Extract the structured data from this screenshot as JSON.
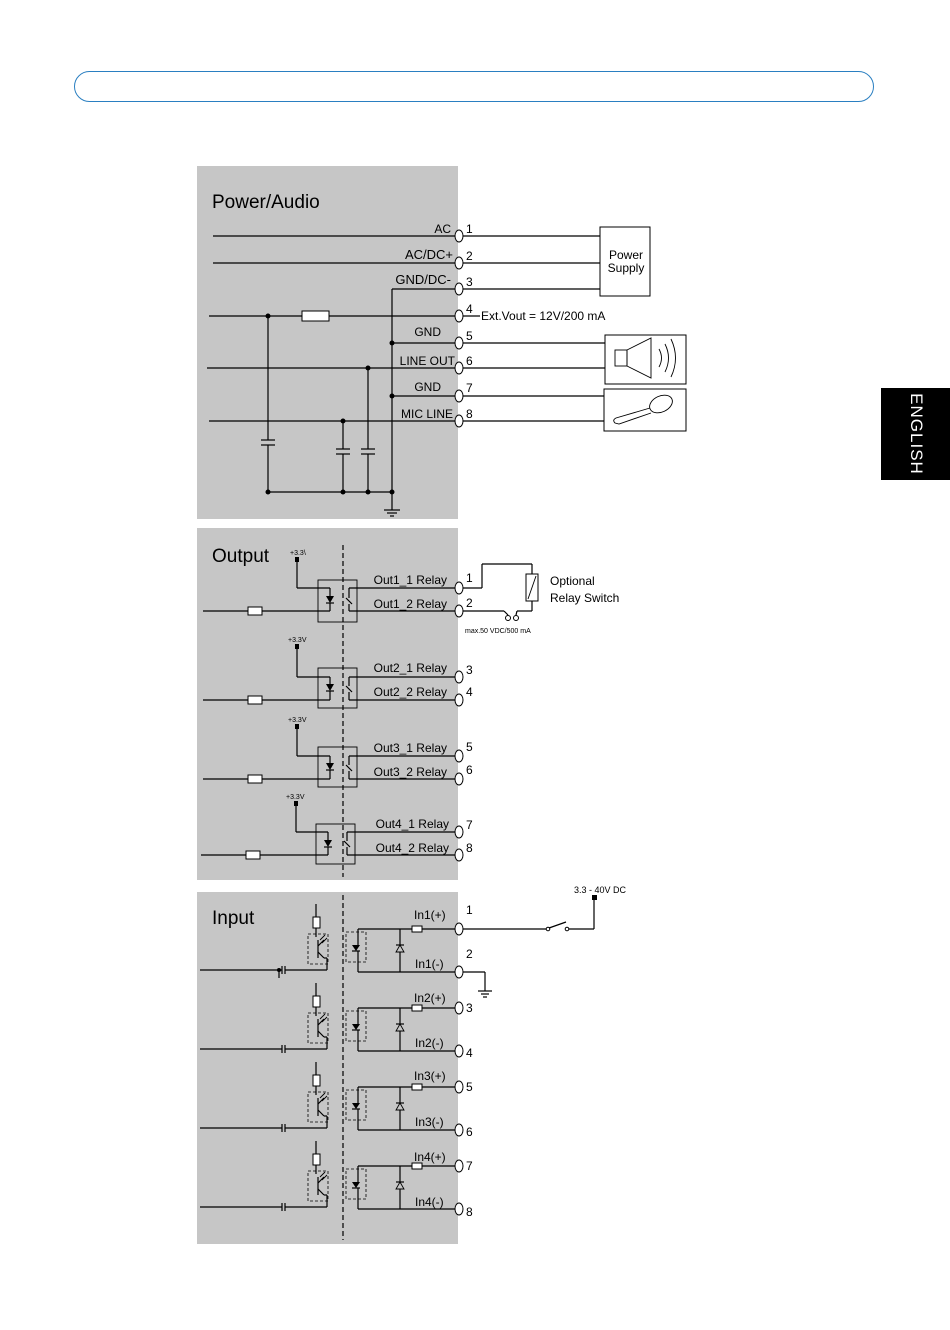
{
  "page": {
    "language_tab": "ENGLISH"
  },
  "power_audio": {
    "title": "Power/Audio",
    "pins": [
      {
        "label": "AC",
        "num": "1"
      },
      {
        "label": "AC/DC+",
        "num": "2"
      },
      {
        "label": "GND/DC-",
        "num": "3"
      },
      {
        "label": "",
        "num": "4"
      },
      {
        "label": "GND",
        "num": "5"
      },
      {
        "label": "LINE OUT",
        "num": "6"
      },
      {
        "label": "GND",
        "num": "7"
      },
      {
        "label": "MIC LINE",
        "num": "8"
      }
    ],
    "ext_vout": "Ext.Vout = 12V/200 mA",
    "power_supply": [
      "Power",
      "Supply"
    ],
    "speaker_icon": "speaker-icon",
    "mic_icon": "microphone-icon"
  },
  "output": {
    "title": "Output",
    "supply": [
      "+3.3\\",
      "+3.3V",
      "+3.3V",
      "+3.3V"
    ],
    "pins": [
      {
        "label": "Out1_1 Relay",
        "num": "1"
      },
      {
        "label": "Out1_2 Relay",
        "num": "2"
      },
      {
        "label": "Out2_1 Relay",
        "num": "3"
      },
      {
        "label": "Out2_2 Relay",
        "num": "4"
      },
      {
        "label": "Out3_1 Relay",
        "num": "5"
      },
      {
        "label": "Out3_2 Relay",
        "num": "6"
      },
      {
        "label": "Out4_1 Relay",
        "num": "7"
      },
      {
        "label": "Out4_2 Relay",
        "num": "8"
      }
    ],
    "optional": [
      "Optional",
      "Relay Switch"
    ],
    "max_rating": "max.50 VDC/500 mA"
  },
  "input": {
    "title": "Input",
    "pins": [
      {
        "label": "In1(+)",
        "num": "1"
      },
      {
        "label": "In1(-)",
        "num": "2"
      },
      {
        "label": "In2(+)",
        "num": "3"
      },
      {
        "label": "In2(-)",
        "num": "4"
      },
      {
        "label": "In3(+)",
        "num": "5"
      },
      {
        "label": "In3(-)",
        "num": "6"
      },
      {
        "label": "In4(+)",
        "num": "7"
      },
      {
        "label": "In4(-)",
        "num": "8"
      }
    ],
    "voltage": "3.3 - 40V DC"
  }
}
